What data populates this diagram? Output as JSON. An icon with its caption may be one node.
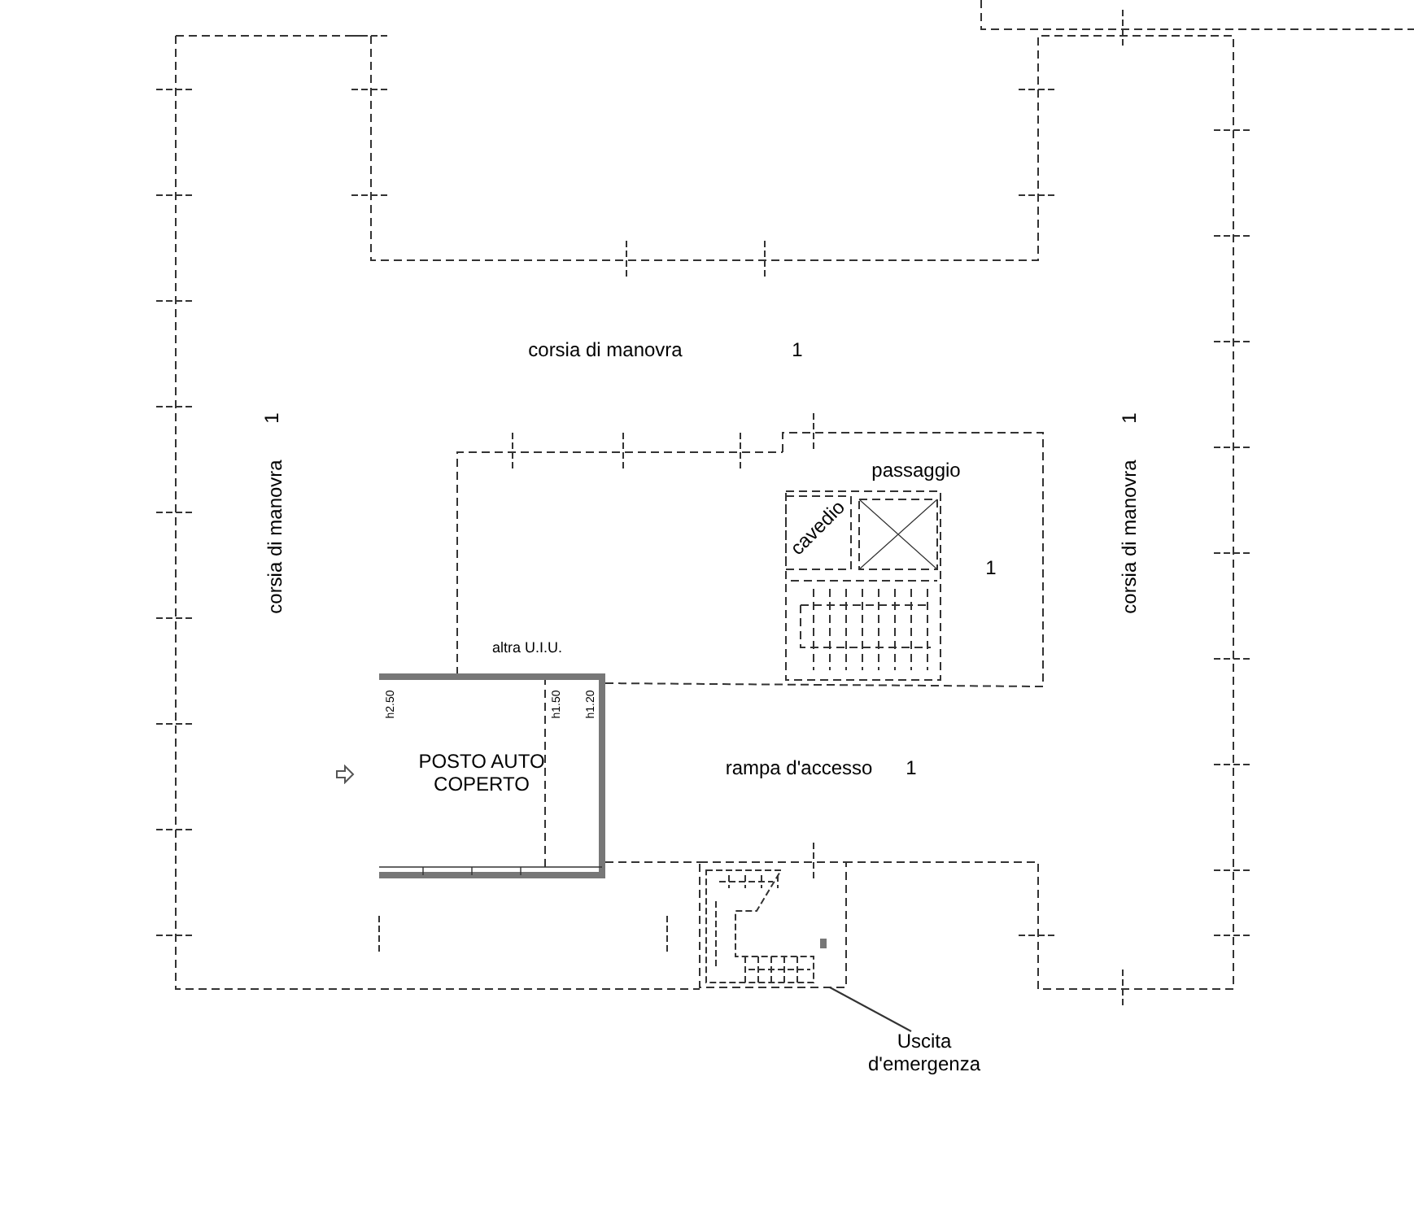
{
  "diagram": {
    "nodes": [
      {
        "text": [
          "Uscita d'emergenza"
        ]
      },
      {
        "text": [],
        "shape": "picture"
      }
    ],
    "edges": [
      {
        "from": 0,
        "to": 1,
        "arrow": "none"
      }
    ],
    "labels": [
      "corsia di manovra",
      "1",
      "corsia di manovra",
      "1",
      "passaggio",
      "cavedio",
      "1",
      "corsia di manovra",
      "1",
      "altra U.I.U.",
      "h2.50",
      "h1.50",
      "h1.20",
      "POSTO AUTO COPERTO",
      "rampa d'accesso",
      "1"
    ]
  }
}
